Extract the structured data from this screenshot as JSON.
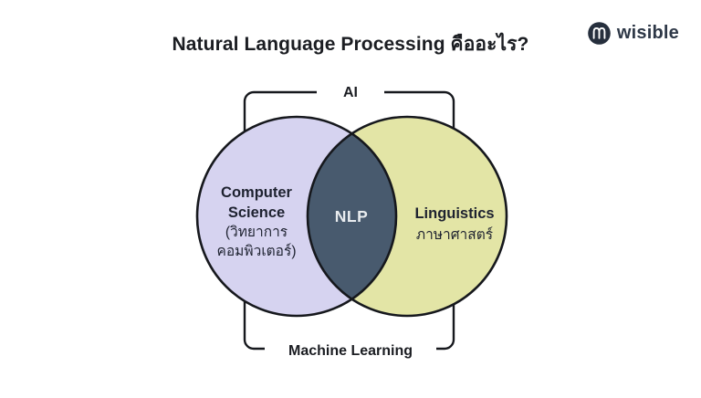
{
  "title": "Natural Language Processing คืออะไร?",
  "logo": {
    "brand": "wisible",
    "icon": "wisible-mark-icon"
  },
  "diagram": {
    "outer_top_label": "AI",
    "outer_bottom_label": "Machine Learning",
    "left_circle": {
      "line1": "Computer",
      "line2": "Science",
      "line3": "(วิทยาการ",
      "line4": "คอมพิวเตอร์)",
      "fill": "#d6d3f0"
    },
    "right_circle": {
      "line1": "Linguistics",
      "line2": "ภาษาศาสตร์",
      "fill": "#e3e5a6"
    },
    "intersection": {
      "label": "NLP",
      "fill": "#485a6e",
      "text_color": "#e9ecef"
    },
    "colors": {
      "outline": "#16181d",
      "label_text": "#1e2230",
      "bracket": "#16181d"
    }
  }
}
